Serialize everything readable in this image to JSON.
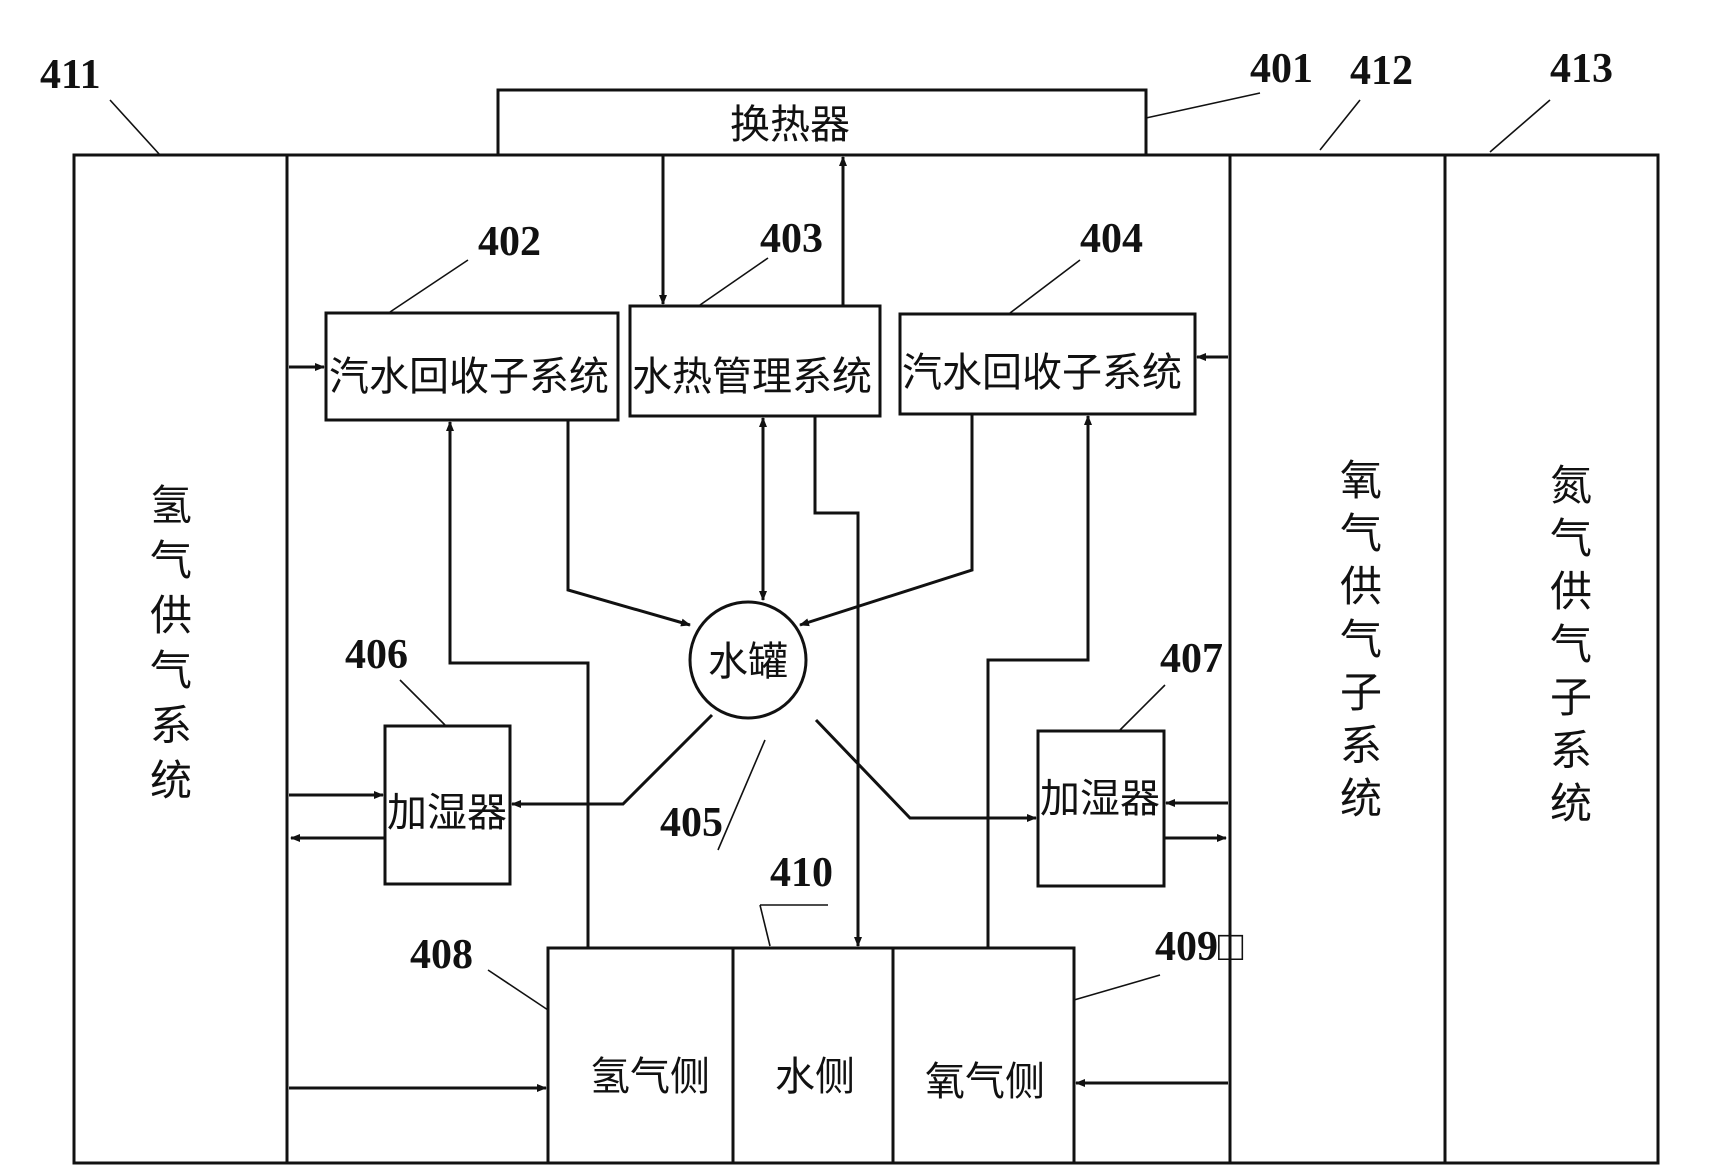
{
  "refs": {
    "r401": "401",
    "r402": "402",
    "r403": "403",
    "r404": "404",
    "r405": "405",
    "r406": "406",
    "r407": "407",
    "r408": "408",
    "r409": "409□",
    "r410": "410",
    "r411": "411",
    "r412": "412",
    "r413": "413"
  },
  "blocks": {
    "heat_exchanger": "换热器",
    "steam_recovery_left": "汽水回收子系统",
    "water_heat_mgmt": "水热管理系统",
    "steam_recovery_right": "汽水回收子系统",
    "water_tank": "水罐",
    "humidifier_left": "加湿器",
    "humidifier_right": "加湿器",
    "hydrogen_side": "氢气侧",
    "water_side": "水侧",
    "oxygen_side": "氧气侧"
  },
  "columns": {
    "hydrogen_supply": [
      "氢",
      "气",
      "供",
      "气",
      "系",
      "统"
    ],
    "oxygen_supply": [
      "氧",
      "气",
      "供",
      "气",
      "子",
      "系",
      "统"
    ],
    "nitrogen_supply": [
      "氮",
      "气",
      "供",
      "气",
      "子",
      "系",
      "统"
    ]
  }
}
